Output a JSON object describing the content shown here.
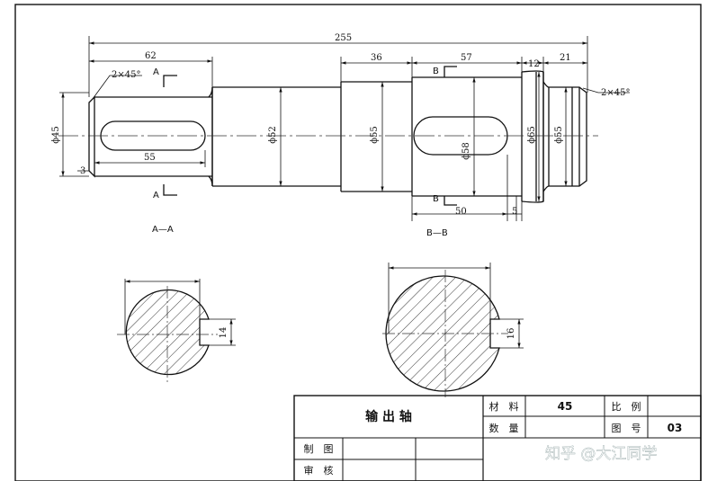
{
  "dimensions": {
    "overall_length": "255",
    "left_segment_length": "62",
    "chamfer_left": "2×45°",
    "chamfer_right": "2×45°",
    "dia_left_end": "ϕ45",
    "keyway_left_length": "55",
    "keyway_left_offset": "3",
    "dia_second": "ϕ52",
    "seg_36": "36",
    "dia_third": "ϕ55",
    "seg_57": "57",
    "dia_keyway_section": "ϕ58",
    "keyway_right_length": "50",
    "keyway_right_offset": "5",
    "seg_12": "12",
    "dia_collar": "ϕ65",
    "seg_21": "21",
    "dia_right_end": "ϕ55",
    "section_aa_width": "14",
    "section_bb_width": "16"
  },
  "section_marks": {
    "a_top": "A",
    "a_bottom": "A",
    "b_top": "B",
    "b_bottom": "B",
    "a_label": "A—A",
    "b_label": "B—B"
  },
  "title_block": {
    "part_name": "输 出 轴",
    "material_label": "材　料",
    "material_value": "45",
    "scale_label": "比　例",
    "scale_value": "",
    "quantity_label": "数　量",
    "quantity_value": "",
    "drawing_no_label": "图　号",
    "drawing_no_value": "03",
    "drawn_by_label": "制　图",
    "checked_by_label": "审　核"
  },
  "watermark": "知乎 @大江同学",
  "colors": {
    "line": "#111111",
    "centerline": "#333333"
  }
}
